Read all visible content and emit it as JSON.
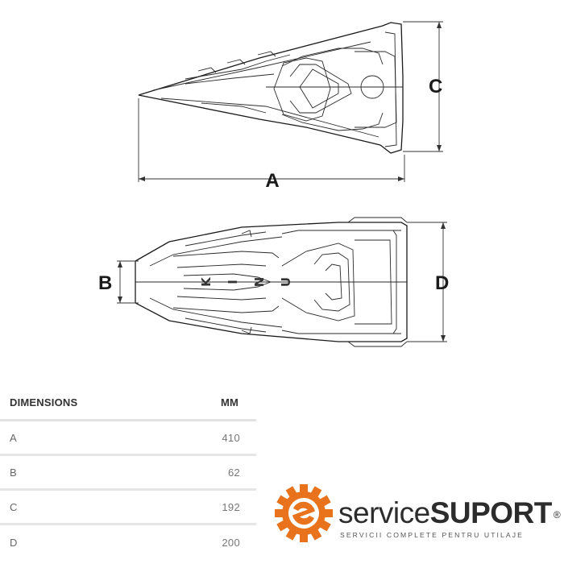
{
  "drawing": {
    "dim_labels": {
      "a": "A",
      "b": "B",
      "c": "C",
      "d": "D"
    },
    "embossed_letters": [
      "K",
      "I",
      "N",
      "U"
    ]
  },
  "dimensions_table": {
    "header": {
      "name": "DIMENSIONS",
      "unit": "MM"
    },
    "rows": [
      {
        "label": "A",
        "value": "410"
      },
      {
        "label": "B",
        "value": "62"
      },
      {
        "label": "C",
        "value": "192"
      },
      {
        "label": "D",
        "value": "200"
      }
    ]
  },
  "logo": {
    "word_light": "service",
    "word_bold": "SUPORT",
    "registered": "®",
    "tagline": "SERVICII COMPLETE PENTRU UTILAJE",
    "gear_color": "#e8731c",
    "icon": "gear-icon"
  }
}
